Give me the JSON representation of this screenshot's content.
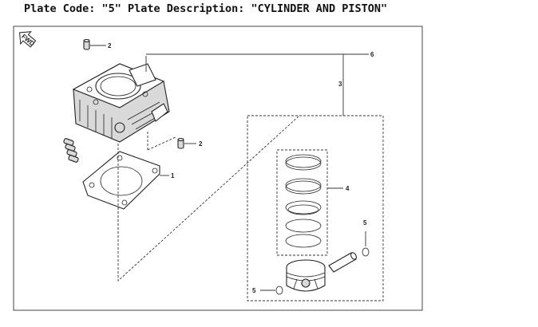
{
  "plate": {
    "title": "Plate Code: \"5\" Plate Description: \"CYLINDER AND PISTON\""
  },
  "diagram": {
    "fwd_label": "FWD",
    "callouts": {
      "gasket": "1",
      "dowel_top": "2",
      "dowel_right": "2",
      "piston_set": "3",
      "ring_set": "4",
      "circlip_right": "5",
      "circlip_left": "5",
      "cylinder_comp": "6"
    }
  }
}
